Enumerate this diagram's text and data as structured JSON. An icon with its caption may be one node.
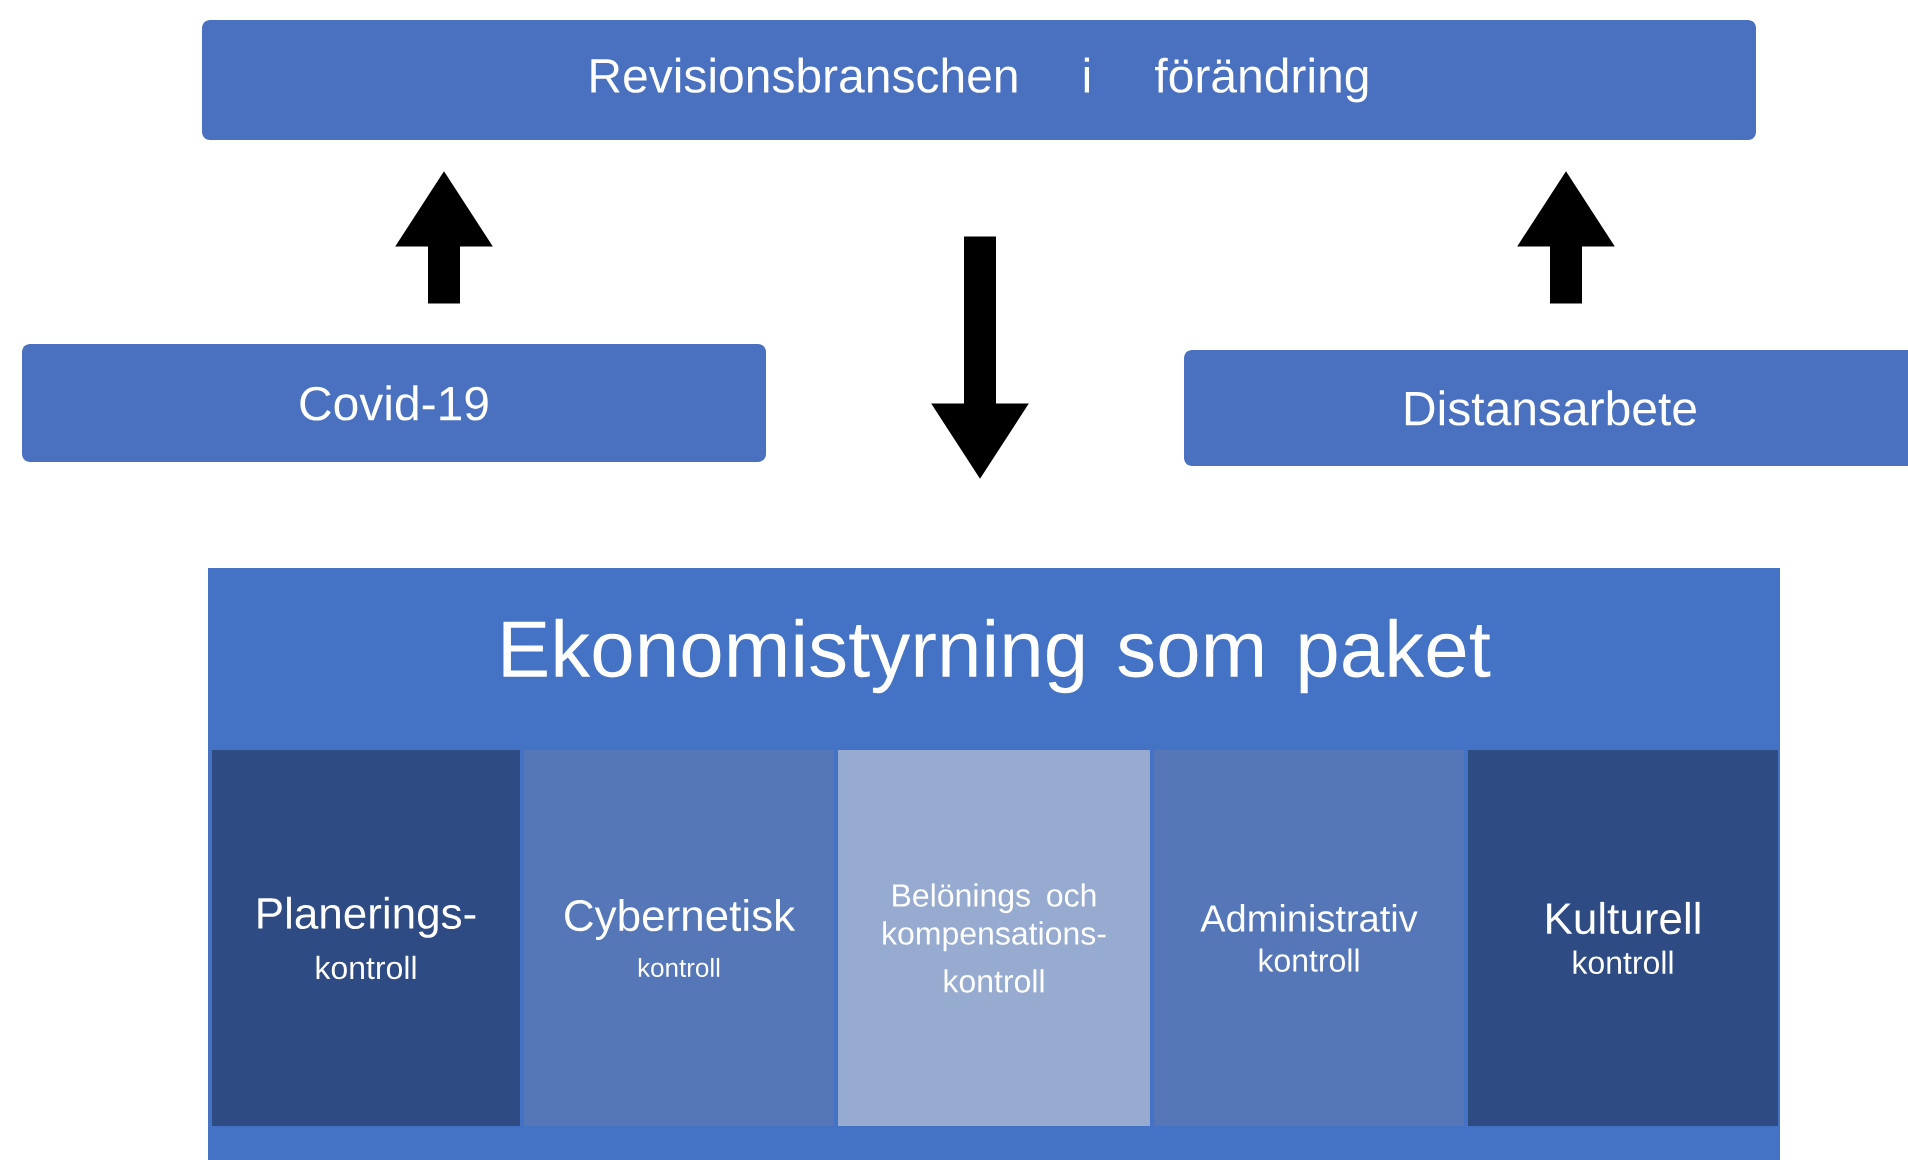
{
  "diagram": {
    "nodes": [
      {
        "text": [
          "Revisionsbranschen i förändring"
        ]
      },
      {
        "text": [
          "Covid-19"
        ]
      },
      {
        "text": [
          "Distansarbete"
        ]
      },
      {
        "text": [
          "Ekonomistyrning som paket"
        ]
      },
      {
        "text": [
          "Planerings-",
          "kontroll"
        ],
        "in": 3
      },
      {
        "text": [
          "Cybernetisk",
          "kontroll"
        ],
        "in": 3
      },
      {
        "text": [
          "Belönings och kompensations-",
          "kontroll"
        ],
        "in": 3
      },
      {
        "text": [
          "Administrativ",
          "kontroll"
        ],
        "in": 3
      },
      {
        "text": [
          "Kulturell",
          "kontroll"
        ],
        "in": 3
      }
    ],
    "edges": [
      {
        "from": 1,
        "to": 0,
        "arrow": "to"
      },
      {
        "from": 0,
        "to": 3,
        "arrow": "to"
      },
      {
        "from": 2,
        "to": 0,
        "arrow": "to"
      }
    ]
  }
}
